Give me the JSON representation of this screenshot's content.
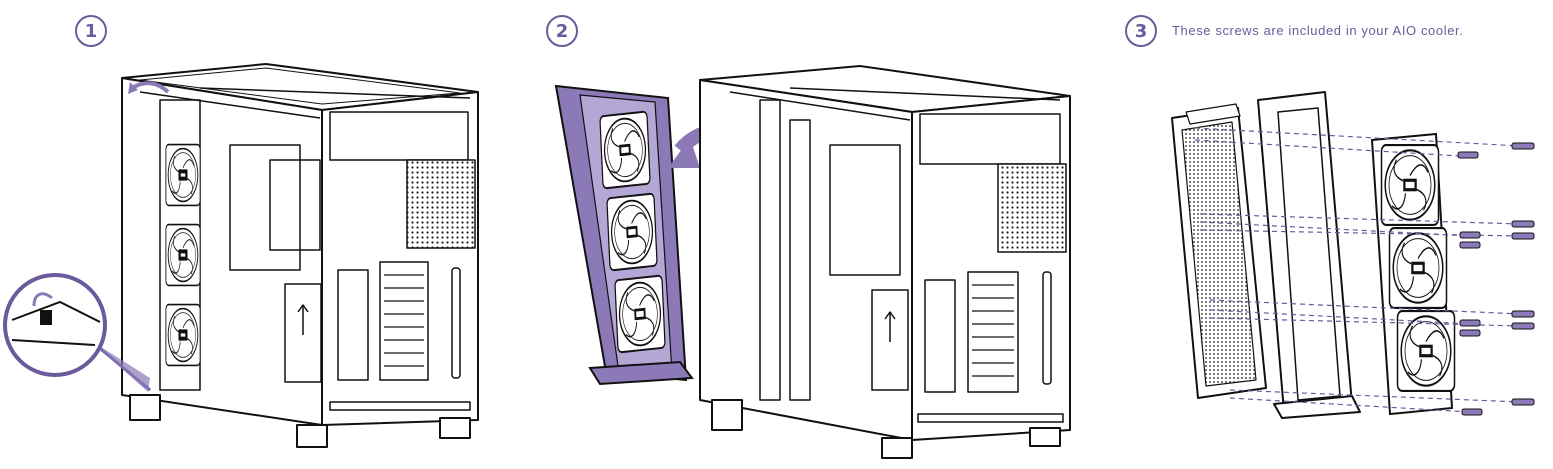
{
  "accent_color": "#6b5a9c",
  "highlight_fill": "#8c7ab8",
  "steps": [
    {
      "number": "1"
    },
    {
      "number": "2"
    },
    {
      "number": "3",
      "caption": "These screws are included in your AIO cooler."
    }
  ]
}
